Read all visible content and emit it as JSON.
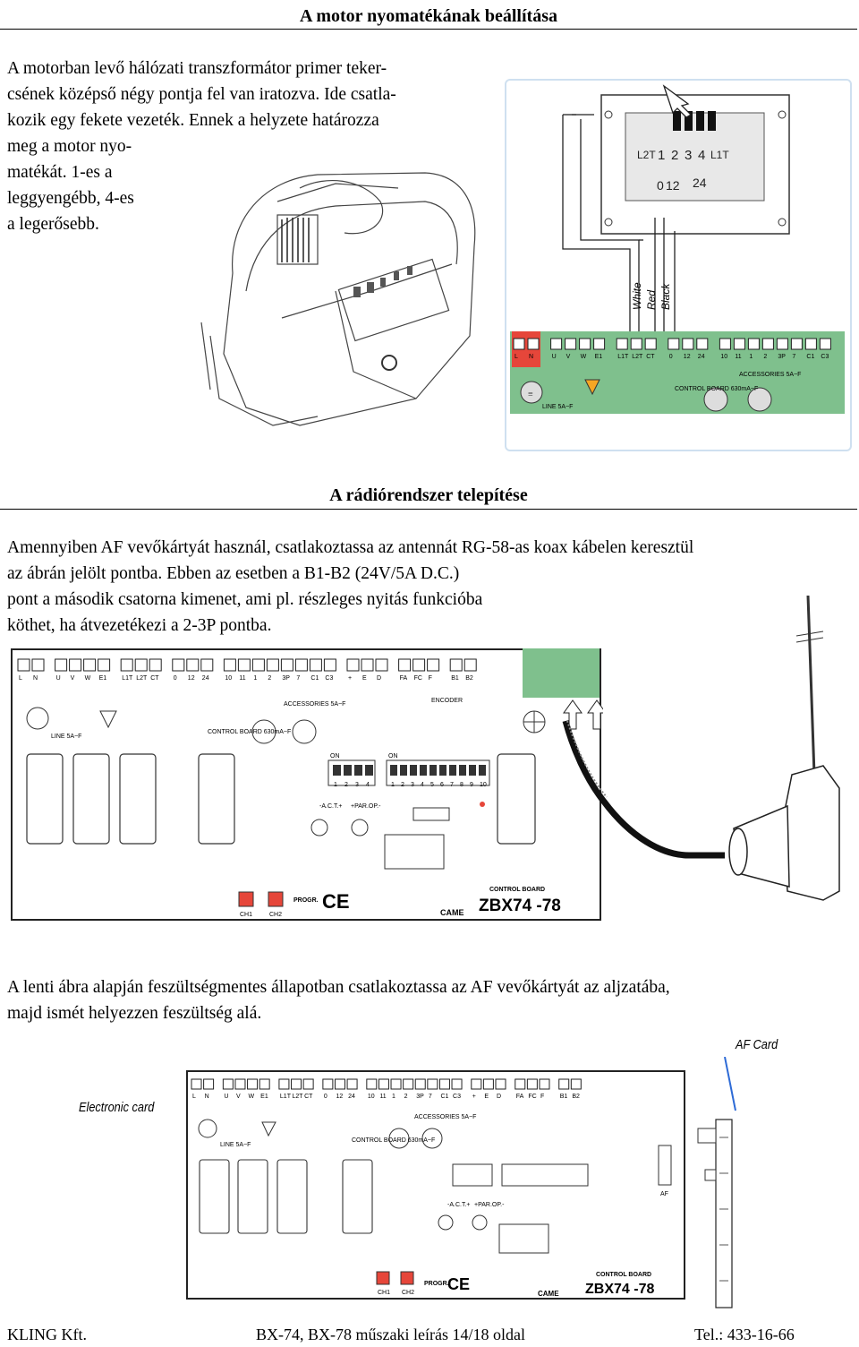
{
  "section1": {
    "title": "A motor nyomatékának beállítása",
    "lines": [
      "A motorban levő hálózati transzformátor primer teker-",
      "csének középső négy pontja fel van iratozva. Ide csatla-",
      "kozik egy fekete vezeték. Ennek a helyzete határozza",
      "meg a motor nyo-",
      "matékát. 1-es a",
      "leggyengébb, 4-es",
      "a legerősebb."
    ],
    "transformer": {
      "top_labels": [
        "L2T",
        "1",
        "2",
        "3",
        "4",
        "L1T"
      ],
      "bottom_labels": [
        "0",
        "12",
        "24"
      ],
      "wire_labels": [
        "White",
        "Red",
        "Black"
      ]
    },
    "terminal_labels": [
      "L",
      "N",
      "U",
      "V",
      "W",
      "E1",
      "L1T",
      "L2T",
      "CT",
      "0",
      "12",
      "24",
      "10",
      "11",
      "1",
      "2",
      "3P",
      "7",
      "C1",
      "C3"
    ],
    "small_labels": {
      "line": "LINE 5A~F",
      "control": "CONTROL BOARD 630mA~F",
      "accessories": "ACCESSORIES 5A~F"
    }
  },
  "section2": {
    "title": "A rádiórendszer telepítése",
    "lines": [
      "Amennyiben AF vevőkártyát használ, csatlakoztassa az antennát RG-58-as koax kábelen keresztül",
      "az ábrán jelölt pontba. Ebben az esetben a B1-B2 (24V/5A D.C.)",
      "pont a második csatorna kimenet, ami pl. részleges nyitás funkcióba",
      "köthet, ha átvezetékezi a 2-3P pontba."
    ],
    "terminal_labels": [
      "L",
      "N",
      "U",
      "V",
      "W",
      "E1",
      "L1T",
      "L2T",
      "CT",
      "0",
      "12",
      "24",
      "10",
      "11",
      "1",
      "2",
      "3P",
      "7",
      "C1",
      "C3",
      "+",
      "E",
      "D",
      "FA",
      "FC",
      "F",
      "B1",
      "B2"
    ],
    "board_labels": {
      "line": "LINE 5A~F",
      "control": "CONTROL BOARD 630mA~F",
      "accessories": "ACCESSORIES 5A~F",
      "encoder": "ENCODER",
      "act": "-A.C.T.+",
      "parop": "+PAR.OP.-",
      "progr": "PROGR.",
      "ch1": "CH1",
      "ch2": "CH2",
      "ce": "CE",
      "came": "CAME",
      "control_board": "CONTROL BOARD",
      "model": "ZBX74 -78",
      "on": "ON",
      "dip1": [
        "1",
        "2",
        "3",
        "4"
      ],
      "dip2": [
        "1",
        "2",
        "3",
        "4",
        "5",
        "6",
        "7",
        "8",
        "9",
        "10"
      ]
    }
  },
  "section3": {
    "lines": [
      "A lenti ábra alapján feszültségmentes állapotban csatlakoztassa az AF vevőkártyát az aljzatába,",
      "majd ismét helyezzen feszültség alá."
    ],
    "labels": {
      "af_card": "AF Card",
      "electronic_card": "Electronic card",
      "af": "AF"
    }
  },
  "footer": {
    "left": "KLING Kft.",
    "center": "BX-74, BX-78 műszaki leírás 14/18 oldal",
    "right": "Tel.: 433-16-66"
  },
  "colors": {
    "pcb_green": "#7fc08d",
    "terminal_red": "#e6463a",
    "accent_blue": "#2e6bd6",
    "arrow_red": "#d9362a"
  }
}
